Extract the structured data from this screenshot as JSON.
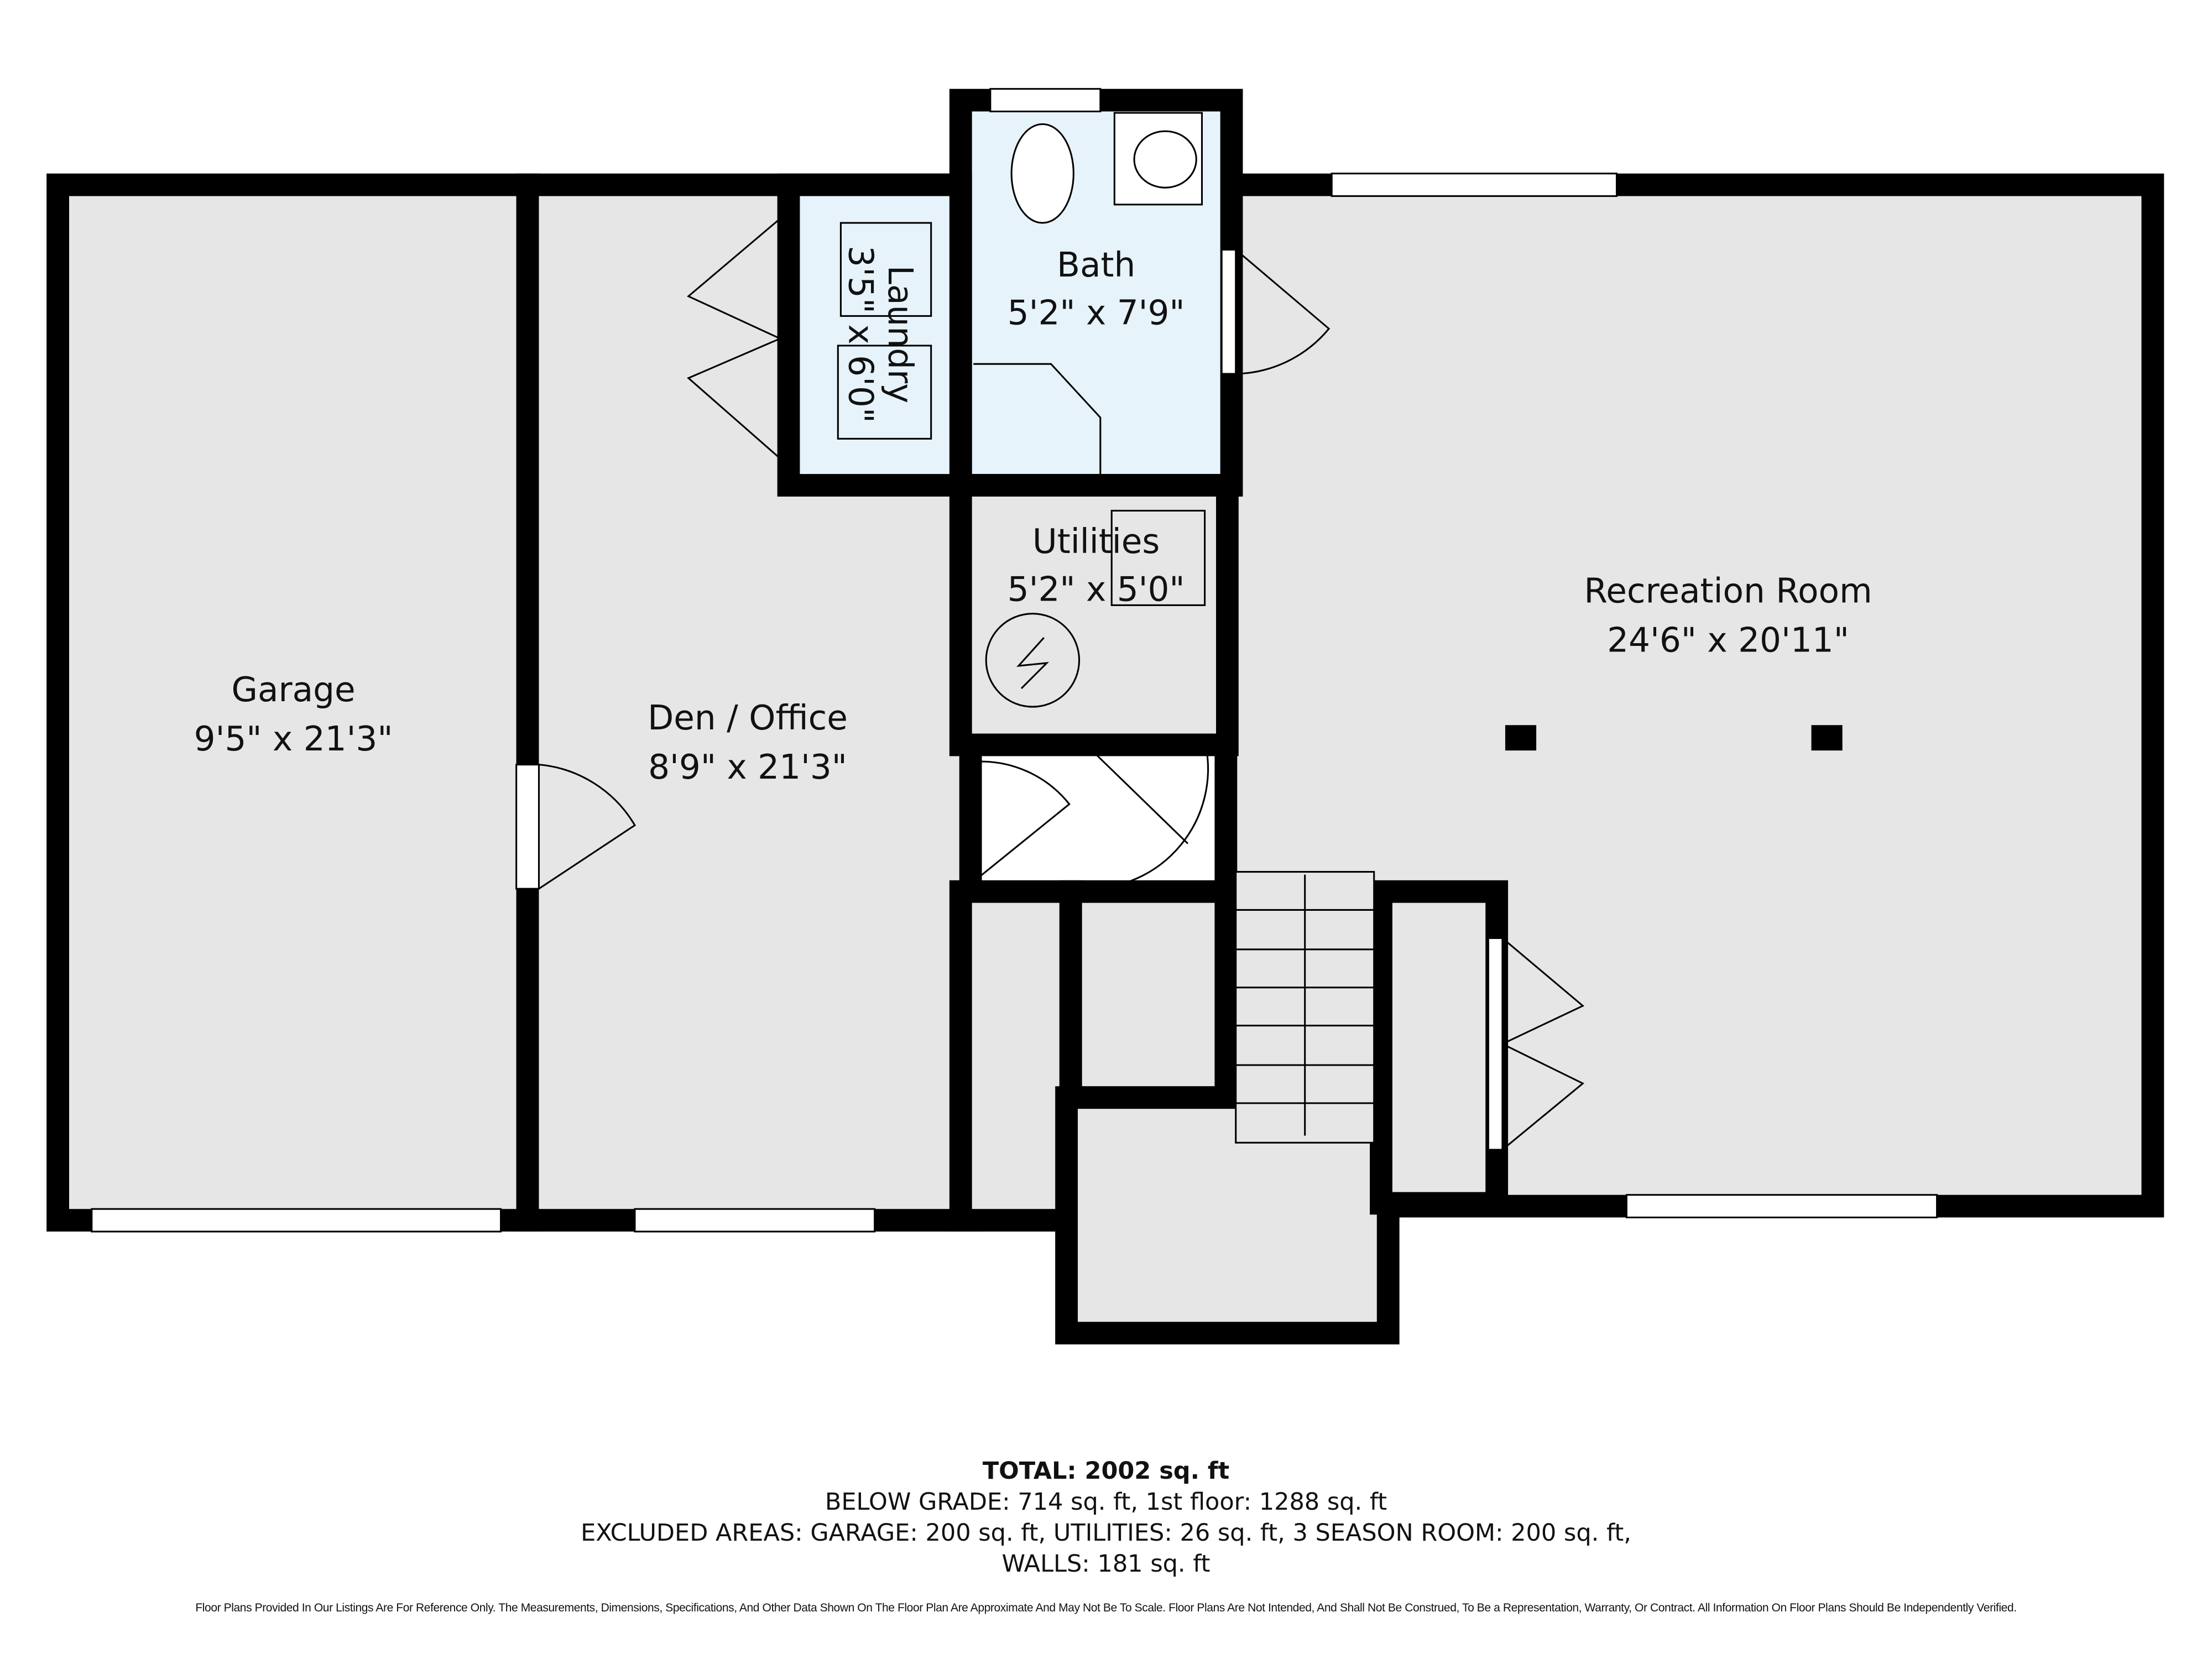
{
  "rooms": {
    "garage": {
      "name": "Garage",
      "dims": "9'5\" x 21'3\""
    },
    "den": {
      "name": "Den / Office",
      "dims": "8'9\" x 21'3\""
    },
    "laundry": {
      "name": "Laundry",
      "dims": "3'5\" x 6'0\""
    },
    "bath": {
      "name": "Bath",
      "dims": "5'2\" x 7'9\""
    },
    "utilities": {
      "name": "Utilities",
      "dims": "5'2\" x 5'0\""
    },
    "recreation": {
      "name": "Recreation Room",
      "dims": "24'6\" x 20'11\""
    }
  },
  "summary": {
    "total_label": "TOTAL: 2002 sq. ft",
    "line1": "BELOW GRADE: 714 sq. ft, 1st floor: 1288 sq. ft",
    "line2": "EXCLUDED AREAS: GARAGE: 200 sq. ft, UTILITIES: 26 sq. ft, 3 SEASON ROOM: 200 sq. ft,",
    "line3": "WALLS: 181 sq. ft"
  },
  "disclaimer": "Floor Plans Provided In Our Listings Are For Reference Only. The Measurements, Dimensions, Specifications, And Other Data Shown On The Floor Plan Are Approximate And May Not Be To Scale. Floor Plans Are Not Intended, And Shall Not Be Construed, To Be a Representation, Warranty, Or Contract. All Information On Floor Plans Should Be Independently Verified.",
  "colors": {
    "wall": "#000000",
    "floor": "#e6e6e6",
    "wet_room": "#e6f3fb"
  }
}
